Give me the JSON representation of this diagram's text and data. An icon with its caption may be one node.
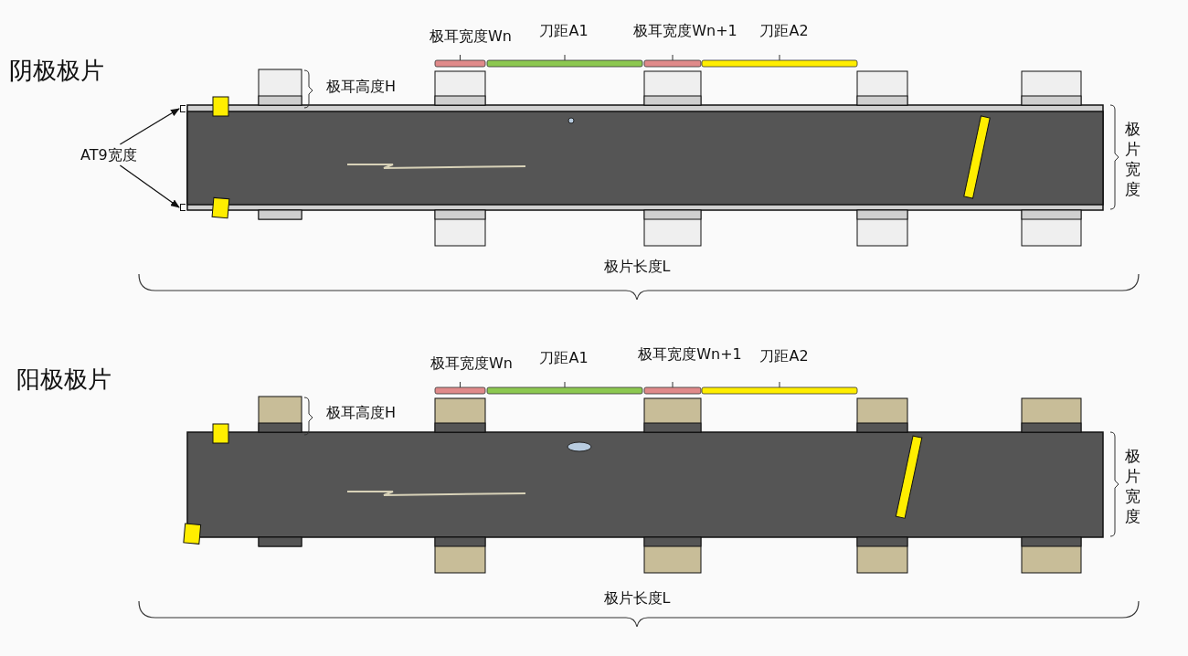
{
  "diagram": {
    "nodes": [
      {
        "text": [
          "AT9宽度"
        ]
      },
      {
        "text": [],
        "shape": "box"
      },
      {
        "text": [],
        "shape": "box"
      }
    ],
    "edges": [
      {
        "from": 0,
        "to": 1,
        "arrow": "to"
      },
      {
        "from": 0,
        "to": 2,
        "arrow": "to"
      }
    ],
    "labels": [
      "阴极极片",
      "极耳宽度Wn",
      "刀距A1",
      "极耳宽度Wn+1",
      "刀距A2",
      "极耳高度H",
      "极片宽度",
      "极片长度L",
      "阳极极片",
      "极耳宽度Wn",
      "刀距A1",
      "极耳宽度Wn+1",
      "刀距A2",
      "极耳高度H",
      "极片宽度",
      "极片长度L"
    ]
  }
}
